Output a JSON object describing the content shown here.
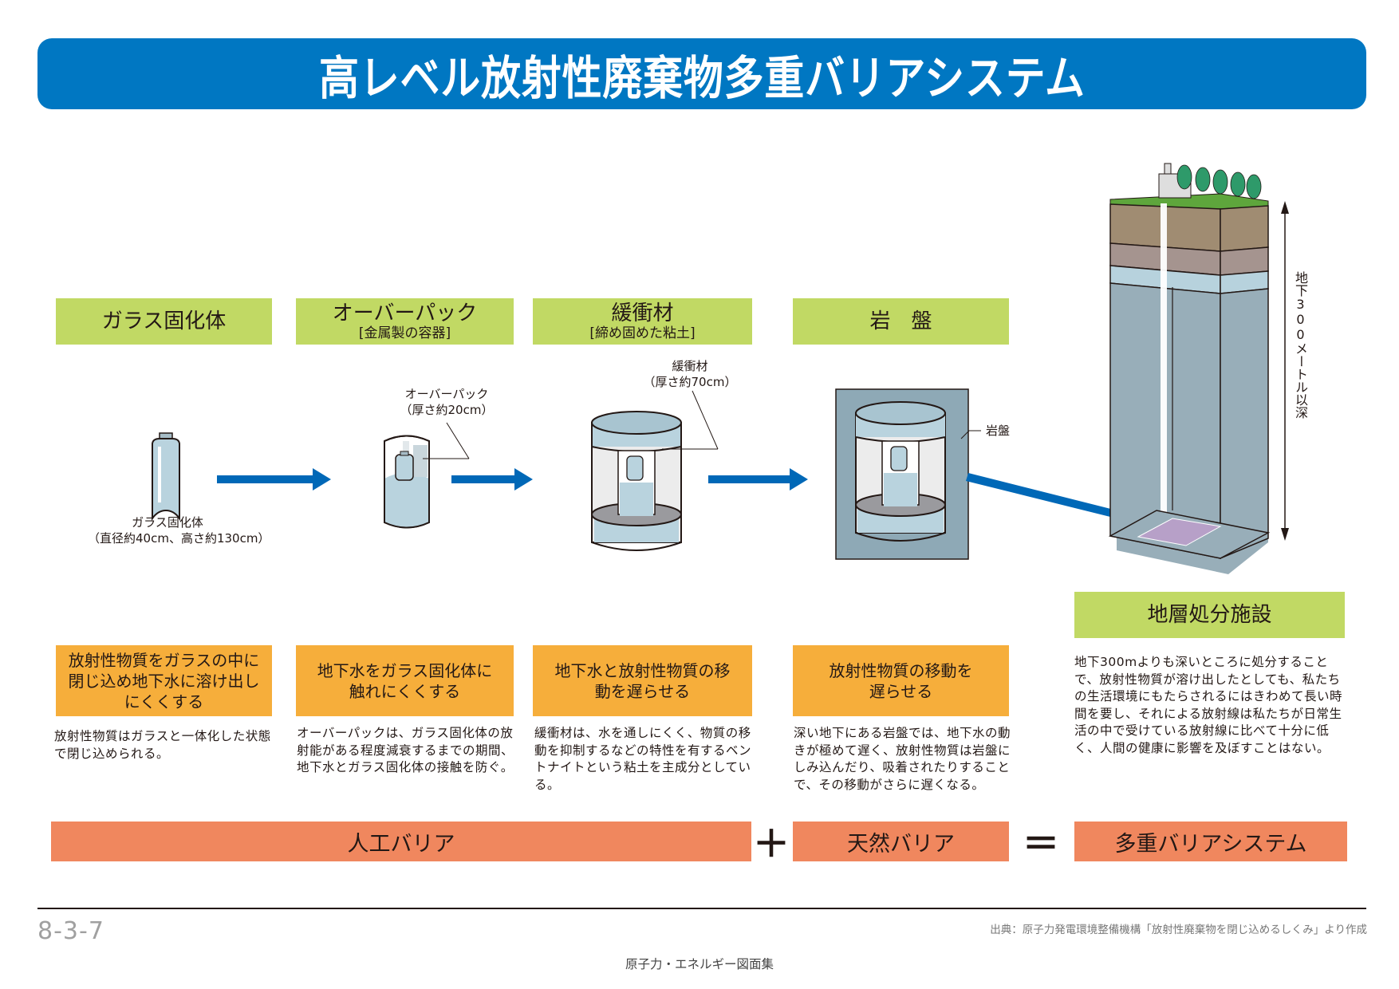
{
  "title": "高レベル放射性廃棄物多重バリアシステム",
  "stages": [
    {
      "header": "ガラス固化体",
      "header_sub": "",
      "illustration_label": "ガラス固化体",
      "illustration_note": "（直径約40cm、高さ約130cm）",
      "role": "放射性物質をガラスの中に閉じ込め地下水に溶け出しにくくする",
      "description": "放射性物質はガラスと一体化した状態で閉じ込められる。"
    },
    {
      "header": "オーバーパック",
      "header_sub": "[金属製の容器]",
      "illustration_label": "オーバーパック",
      "illustration_note": "（厚さ約20cm）",
      "role": "地下水をガラス固化体に触れにくくする",
      "description": "オーバーパックは、ガラス固化体の放射能がある程度減衰するまでの期間、地下水とガラス固化体の接触を防ぐ。"
    },
    {
      "header": "緩衝材",
      "header_sub": "[締め固めた粘土]",
      "illustration_label": "緩衝材",
      "illustration_note": "（厚さ約70cm）",
      "role": "地下水と放射性物質の移動を遅らせる",
      "description": "緩衝材は、水を通しにくく、物質の移動を抑制するなどの特性を有するベントナイトという粘土を主成分としている。"
    },
    {
      "header": "岩　盤",
      "header_sub": "",
      "illustration_label": "岩盤",
      "illustration_note": "",
      "role": "放射性物質の移動を遅らせる",
      "description": "深い地下にある岩盤では、地下水の動きが極めて遅く、放射性物質は岩盤にしみ込んだり、吸着されたりすることで、その移動がさらに遅くなる。"
    }
  ],
  "facility": {
    "header": "地層処分施設",
    "depth_label": "地下300メートル以深",
    "description": "地下300mよりも深いところに処分することで、放射性物質が溶け出したとしても、私たちの生活環境にもたらされるにはきわめて長い時間を要し、それによる放射線は私たちが日常生活の中で受けている放射線に比べて十分に低く、人間の健康に影響を及ぼすことはない。"
  },
  "equation": {
    "artificial": "人工バリア",
    "plus": "＋",
    "natural": "天然バリア",
    "equals": "＝",
    "result": "多重バリアシステム"
  },
  "footer": {
    "page_number": "8-3-7",
    "source": "出典：原子力発電環境整備機構「放射性廃棄物を閉じ込めるしくみ」より作成",
    "book_title": "原子力・エネルギー図面集"
  },
  "colors": {
    "title_blue": "#0077c2",
    "header_green": "#c1d964",
    "role_orange": "#f6ae3b",
    "barrier_salmon": "#f0875e",
    "arrow_blue": "#0068b7",
    "rock": "#8ea9b6"
  }
}
